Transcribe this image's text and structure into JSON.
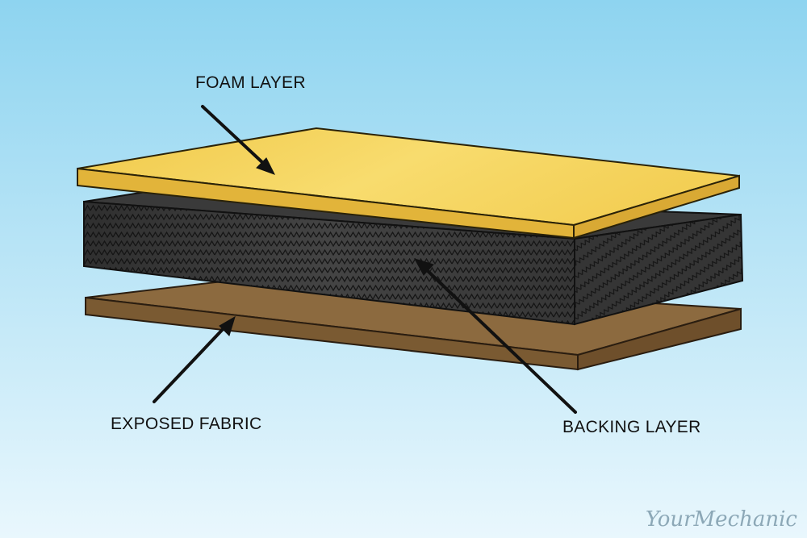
{
  "labels": {
    "foam": "FOAM LAYER",
    "fabric": "EXPOSED FABRIC",
    "backing": "BACKING LAYER"
  },
  "watermark": "YourMechanic",
  "colors": {
    "sky_top": "#8ed4f0",
    "sky_bottom": "#e9f7fd",
    "foam_top": "#f6d562",
    "foam_side": "#e2b43a",
    "backing": "#3b3b3b",
    "fabric_top": "#8c6a3f",
    "fabric_side": "#7a5a32",
    "arrow": "#111111"
  }
}
